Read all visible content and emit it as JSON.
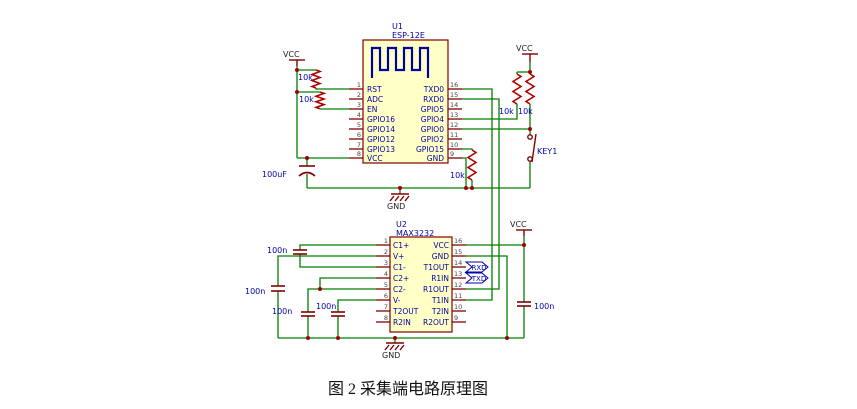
{
  "figure": {
    "caption": "图 2 采集端电路原理图"
  },
  "u1": {
    "designator": "U1",
    "part": "ESP-12E",
    "left_pins": [
      {
        "num": "1",
        "name": "RST"
      },
      {
        "num": "2",
        "name": "ADC"
      },
      {
        "num": "3",
        "name": "EN"
      },
      {
        "num": "4",
        "name": "GPIO16"
      },
      {
        "num": "5",
        "name": "GPIO14"
      },
      {
        "num": "6",
        "name": "GPIO12"
      },
      {
        "num": "7",
        "name": "GPIO13"
      },
      {
        "num": "8",
        "name": "VCC"
      }
    ],
    "right_pins": [
      {
        "num": "16",
        "name": "TXD0"
      },
      {
        "num": "15",
        "name": "RXD0"
      },
      {
        "num": "14",
        "name": "GPIO5"
      },
      {
        "num": "13",
        "name": "GPIO4"
      },
      {
        "num": "12",
        "name": "GPIO0"
      },
      {
        "num": "11",
        "name": "GPIO2"
      },
      {
        "num": "10",
        "name": "GPIO15"
      },
      {
        "num": "9",
        "name": "GND"
      }
    ]
  },
  "u2": {
    "designator": "U2",
    "part": "MAX3232",
    "left_pins": [
      {
        "num": "1",
        "name": "C1+"
      },
      {
        "num": "2",
        "name": "V+"
      },
      {
        "num": "3",
        "name": "C1-"
      },
      {
        "num": "4",
        "name": "C2+"
      },
      {
        "num": "5",
        "name": "C2-"
      },
      {
        "num": "6",
        "name": "V-"
      },
      {
        "num": "7",
        "name": "T2OUT"
      },
      {
        "num": "8",
        "name": "R2IN"
      }
    ],
    "right_pins": [
      {
        "num": "16",
        "name": "VCC"
      },
      {
        "num": "15",
        "name": "GND"
      },
      {
        "num": "14",
        "name": "T1OUT"
      },
      {
        "num": "13",
        "name": "R1IN"
      },
      {
        "num": "12",
        "name": "R1OUT"
      },
      {
        "num": "11",
        "name": "T1IN"
      },
      {
        "num": "10",
        "name": "T2IN"
      },
      {
        "num": "9",
        "name": "R2OUT"
      }
    ]
  },
  "power": {
    "vcc_top_left": "VCC",
    "vcc_top_right": "VCC",
    "vcc_mid_right": "VCC",
    "gnd_u1": "GND",
    "gnd_u2": "GND"
  },
  "components": {
    "r1": "10k",
    "r2": "10k",
    "r3": "10k",
    "r4": "10k",
    "r5": "10k",
    "c_bulk": "100uF",
    "c1": "100n",
    "c2": "100n",
    "c3": "100n",
    "c4": "100n",
    "c5": "100n",
    "key": "KEY1"
  },
  "ports": {
    "rxd": "RXD",
    "txd": "TXD"
  },
  "colors": {
    "wire": "#008000",
    "component_outline": "#800000",
    "resistor": "#B00000",
    "ic_fill": "#FFFFC6",
    "pin_text": "#0000A8"
  }
}
